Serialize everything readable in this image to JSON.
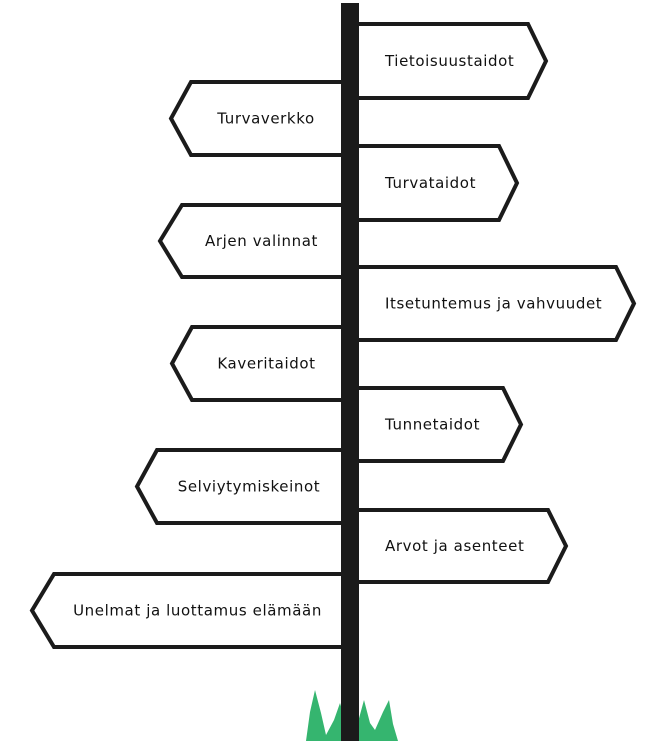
{
  "colors": {
    "pole": "#1b1b1b",
    "sign_stroke": "#1b1b1b",
    "sign_fill": "#ffffff",
    "grass": "#35b56f",
    "text": "#111111"
  },
  "signs": [
    {
      "label": "Tietoisuustaidot",
      "side": "right"
    },
    {
      "label": "Turvaverkko",
      "side": "left"
    },
    {
      "label": "Turvataidot",
      "side": "right"
    },
    {
      "label": "Arjen valinnat",
      "side": "left"
    },
    {
      "label": "Itsetuntemus ja vahvuudet",
      "side": "right"
    },
    {
      "label": "Kaveritaidot",
      "side": "left"
    },
    {
      "label": "Tunnetaidot",
      "side": "right"
    },
    {
      "label": "Selviytymiskeinot",
      "side": "left"
    },
    {
      "label": "Arvot ja asenteet",
      "side": "right"
    },
    {
      "label": "Unelmat ja luottamus elämään",
      "side": "left"
    }
  ]
}
